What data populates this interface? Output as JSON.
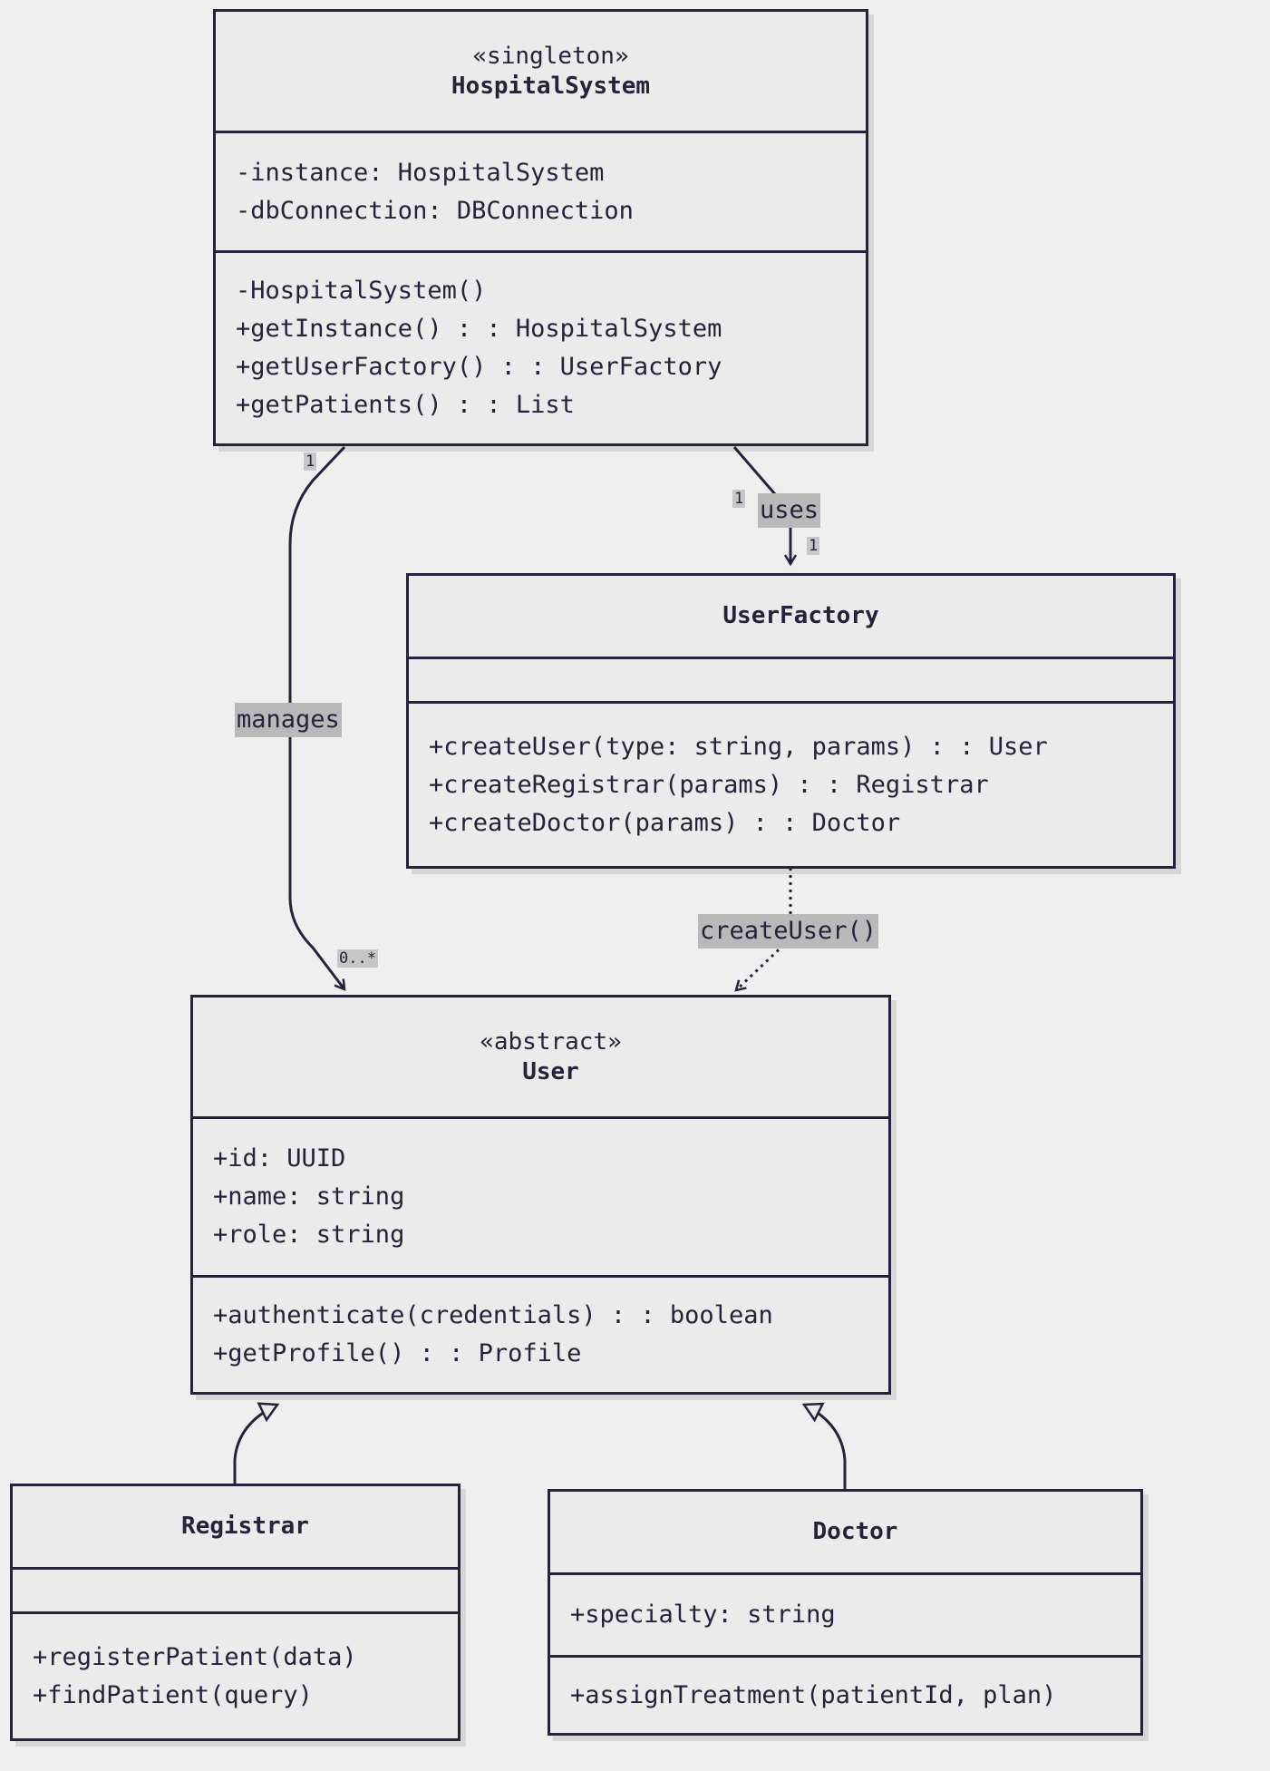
{
  "classes": {
    "hospital_system": {
      "stereotype": "«singleton»",
      "name": "HospitalSystem",
      "attributes": [
        "-instance: HospitalSystem",
        "-dbConnection: DBConnection"
      ],
      "methods": [
        "-HospitalSystem()",
        "+getInstance() : : HospitalSystem",
        "+getUserFactory() : : UserFactory",
        "+getPatients() : : List"
      ]
    },
    "user_factory": {
      "name": "UserFactory",
      "methods": [
        "+createUser(type: string, params) : : User",
        "+createRegistrar(params) : : Registrar",
        "+createDoctor(params) : : Doctor"
      ]
    },
    "user": {
      "stereotype": "«abstract»",
      "name": "User",
      "attributes": [
        "+id: UUID",
        "+name: string",
        "+role: string"
      ],
      "methods": [
        "+authenticate(credentials) : : boolean",
        "+getProfile() : : Profile"
      ]
    },
    "registrar": {
      "name": "Registrar",
      "methods": [
        "+registerPatient(data)",
        "+findPatient(query)"
      ]
    },
    "doctor": {
      "name": "Doctor",
      "attributes": [
        "+specialty: string"
      ],
      "methods": [
        "+assignTreatment(patientId, plan)"
      ]
    }
  },
  "relations": {
    "manages": {
      "label": "manages",
      "source_mult": "1",
      "target_mult": "0..*"
    },
    "uses": {
      "label": "uses",
      "source_mult": "1",
      "target_mult": "1"
    },
    "creates": {
      "label": "createUser()"
    }
  },
  "colors": {
    "background": "#efefef",
    "box_fill": "#ebebeb",
    "stroke": "#25233a",
    "label_bg": "#b9b9b9"
  }
}
